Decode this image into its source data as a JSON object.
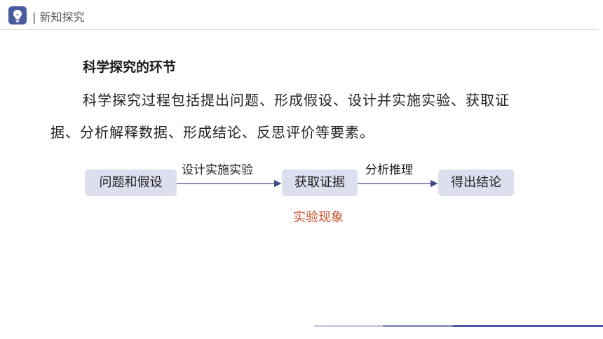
{
  "header": {
    "logo_icon": "lightbulb-icon",
    "title": "| 新知探究"
  },
  "content": {
    "section_title": "科学探究的环节",
    "paragraph_line1": "科学探究过程包括提出问题、形成假设、设计并实施实验、获取证",
    "paragraph_line2": "据、分析解释数据、形成结论、反思评价等要素。"
  },
  "flow": {
    "steps": [
      "问题和假设",
      "获取证据",
      "得出结论"
    ],
    "arrow_labels": [
      "设计实施实验",
      "分析推理"
    ],
    "note": "实验现象"
  },
  "colors": {
    "accent": "#4a5a9e",
    "box_fill": "#dcdfed",
    "arrow": "#3f4a8c",
    "note": "#c8502d"
  }
}
